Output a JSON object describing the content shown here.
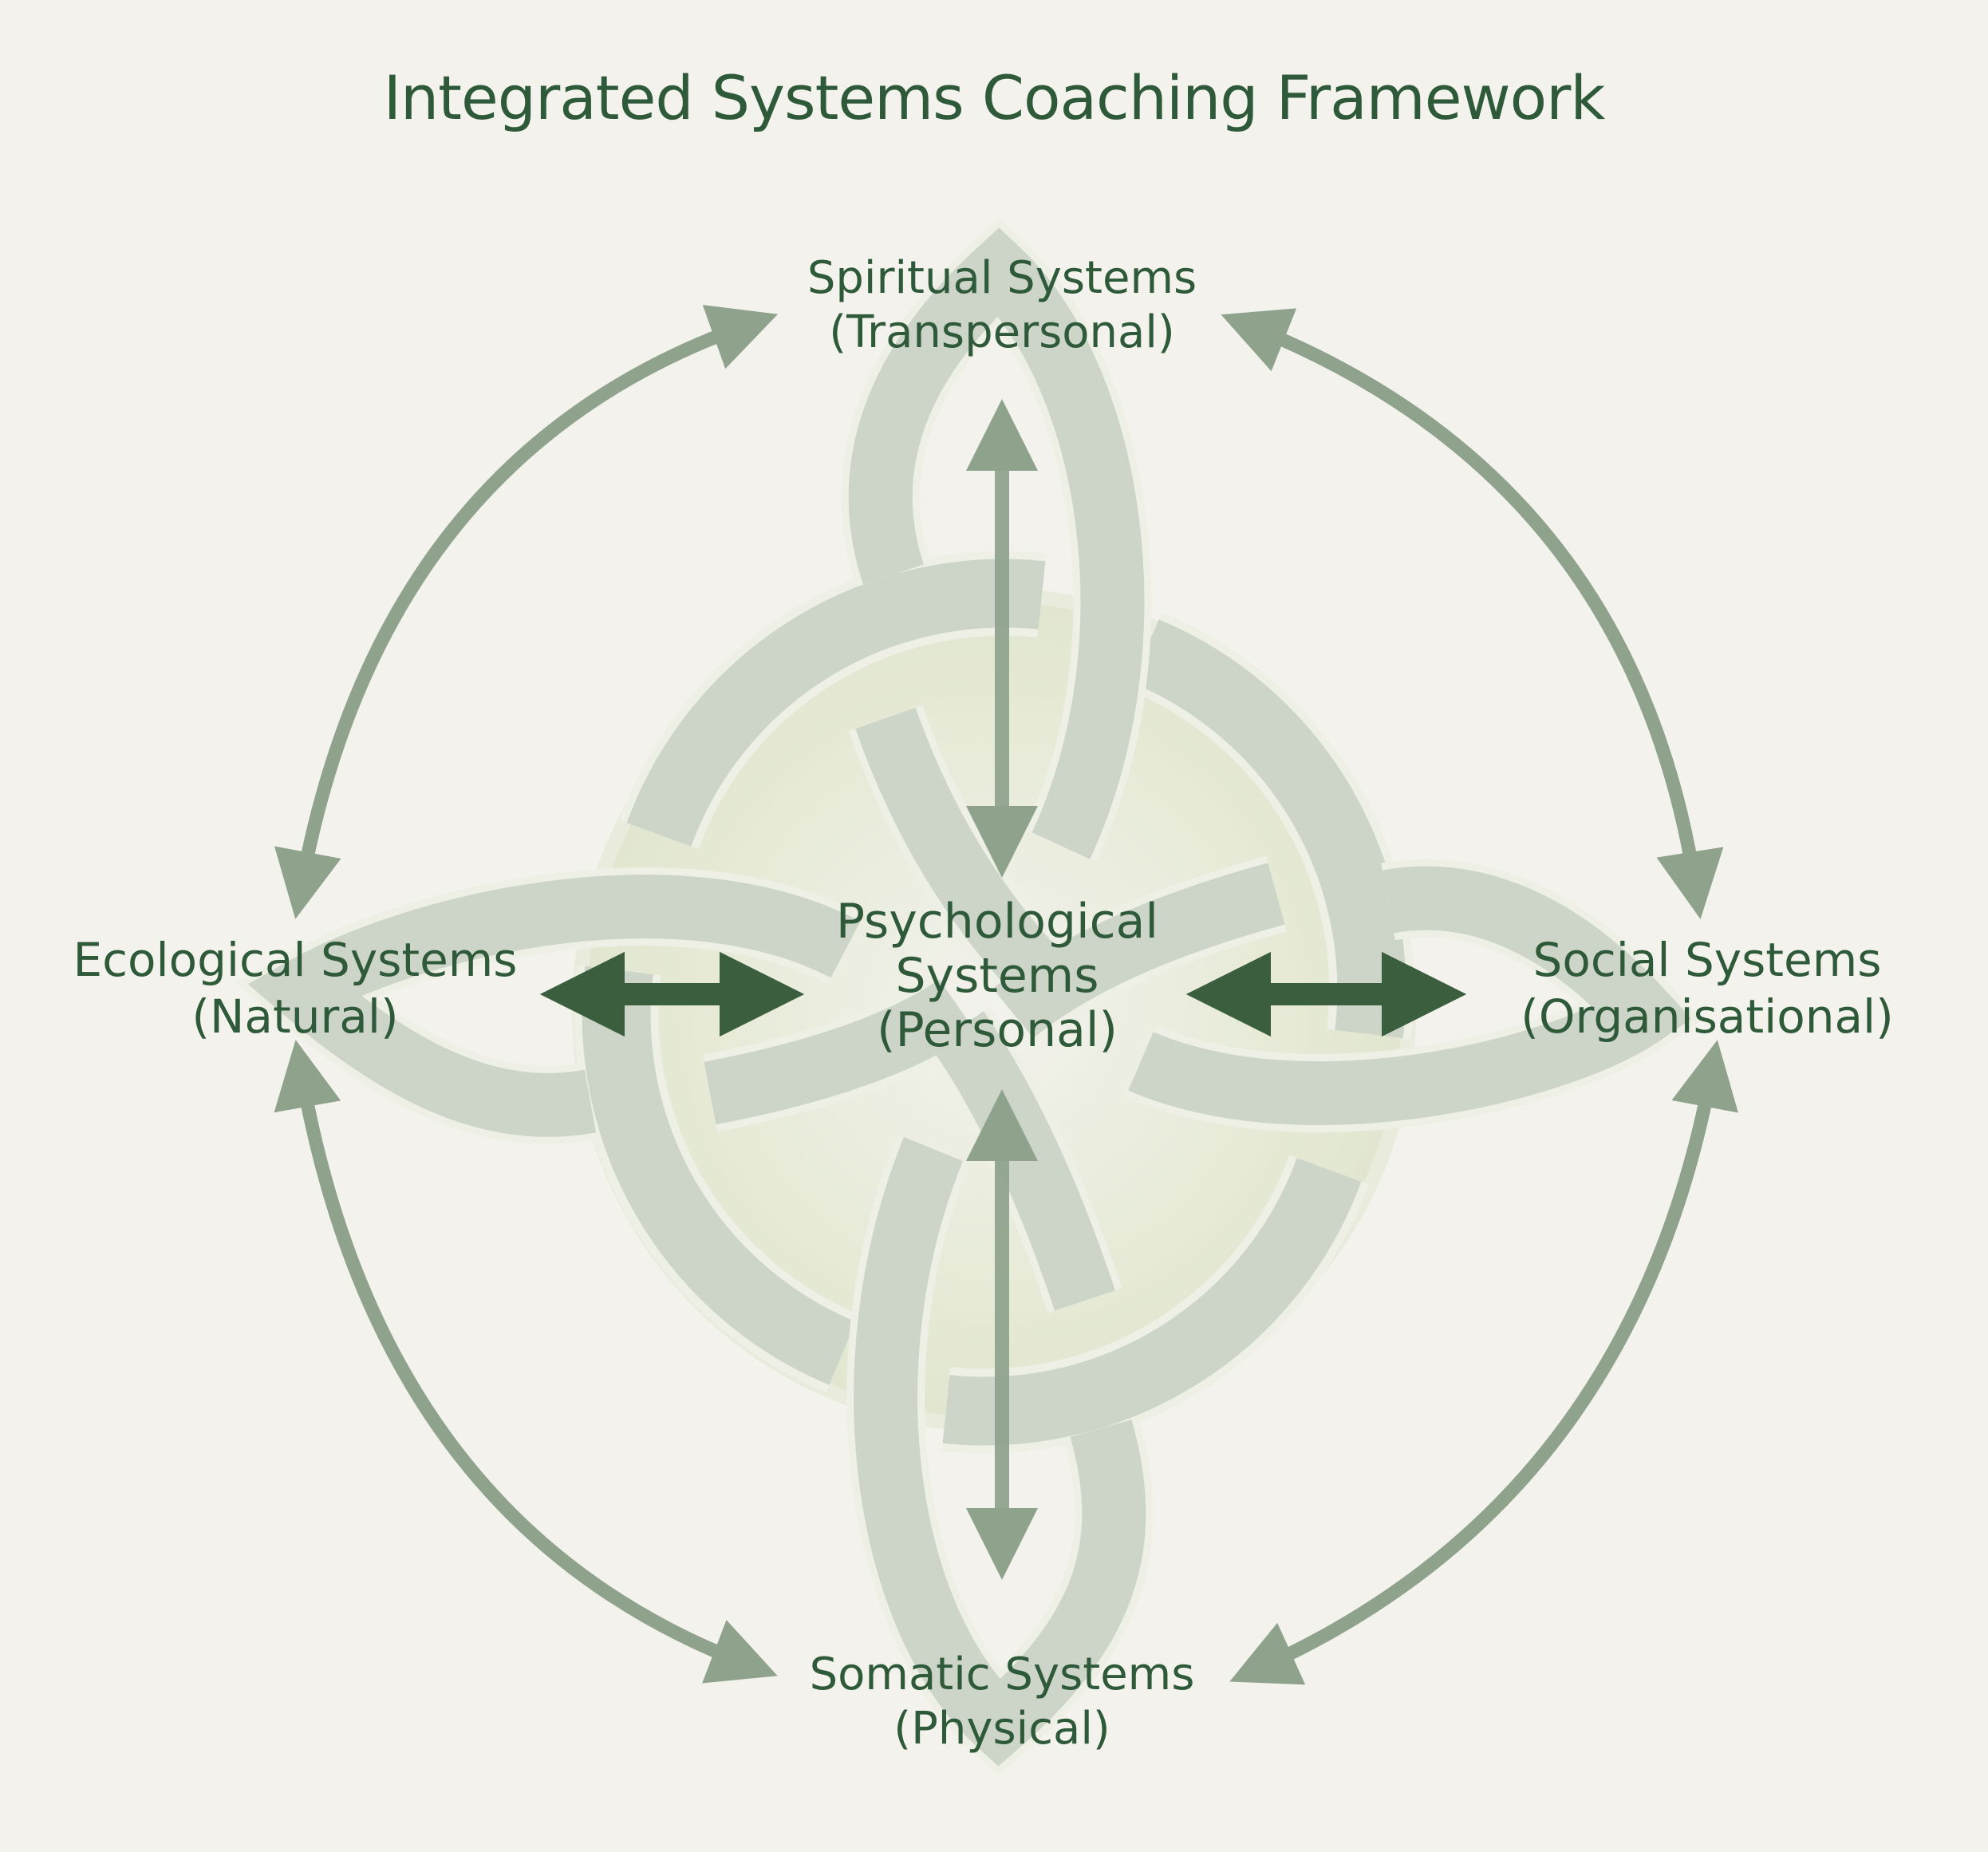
{
  "title": "Integrated Systems Coaching Framework",
  "nodes": {
    "spiritual": {
      "line1": "Spiritual Systems",
      "line2": "(Transpersonal)"
    },
    "somatic": {
      "line1": "Somatic Systems",
      "line2": "(Physical)"
    },
    "ecological": {
      "line1": "Ecological Systems",
      "line2": "(Natural)"
    },
    "social": {
      "line1": "Social Systems",
      "line2": "(Organisational)"
    },
    "psychological": {
      "line1": "Psychological",
      "line2": "Systems",
      "line3": "(Personal)"
    }
  },
  "colors": {
    "background": "#f3f2ed",
    "text": "#2f5a3a",
    "arrow_light": "#8ea28c",
    "arrow_dark": "#3b5e3f",
    "knot_fill": "#cdd5c9",
    "knot_outline": "#eef0e6",
    "center_glow": "#e1e6cf"
  }
}
